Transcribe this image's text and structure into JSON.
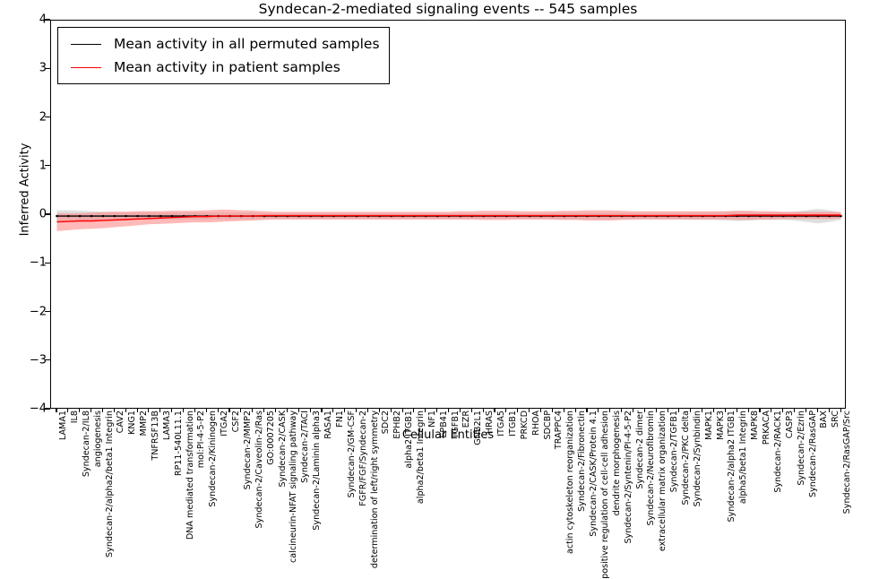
{
  "chart_data": {
    "type": "line",
    "title": "Syndecan-2-mediated signaling events -- 545 samples",
    "xlabel": "Cellular Entities",
    "ylabel": "Inferred Activity",
    "ylim": [
      -4,
      4
    ],
    "yticks": [
      4,
      3,
      2,
      1,
      0,
      -1,
      -2,
      -3,
      -4
    ],
    "grid": false,
    "legend_position": "upper left",
    "legend": [
      {
        "label": "Mean activity in all permuted samples",
        "color": "#000000"
      },
      {
        "label": "Mean activity in patient samples",
        "color": "#ff0000"
      }
    ],
    "categories": [
      "LAMA1",
      "IL8",
      "Syndecan-2/IL8",
      "angiogenesis",
      "Syndecan-2/alpha2/beta1 Integrin",
      "CAV2",
      "KNG1",
      "MMP2",
      "TNFRSF13B",
      "LAMA3",
      "RP11-540L11.1",
      "DNA mediated transformation",
      "mol:PI-4-5-P2",
      "Syndecan-2/Kininogen",
      "ITGA2",
      "CSF2",
      "Syndecan-2/MMP2",
      "Syndecan-2/Caveolin-2/Ras",
      "GO:0007205",
      "Syndecan-2/CASK",
      "calcineurin-NFAT signaling pathway",
      "Syndecan-2/TACI",
      "Syndecan-2/Laminin alpha3",
      "RASA1",
      "FN1",
      "Syndecan-2/GM-CSF",
      "FGFR/FGF/Syndecan-2",
      "determination of left/right symmetry",
      "SDC2",
      "EPHB2",
      "alpha2 ITGB1",
      "alpha2/beta1 Integrin",
      "NF1",
      "EPB41",
      "TGFB1",
      "EZR",
      "GNB2L1",
      "HRAS",
      "ITGA5",
      "ITGB1",
      "PRKCD",
      "RHOA",
      "SDCBP",
      "TRAPPC4",
      "actin cytoskeleton reorganization",
      "Syndecan-2/Fibronectin",
      "Syndecan-2/CASK/Protein 4.1",
      "positive regulation of cell-cell adhesion",
      "dendrite morphogenesis",
      "Syndecan-2/Syntenin/PI-4-5-P2",
      "Syndecan-2 dimer",
      "Syndecan-2/Neurofibromin",
      "extracellular matrix organization",
      "Syndecan-2/TGFB1",
      "Syndecan-2/PKC delta",
      "Syndecan-2/Synbindin",
      "MAPK1",
      "MAPK3",
      "Syndecan-2/alpha2 ITGB1",
      "alpha5/beta1 Integrin",
      "MAPK8",
      "PRKACA",
      "Syndecan-2/RACK1",
      "CASP3",
      "Syndecan-2/Ezrin",
      "Syndecan-2/RasGAP",
      "BAX",
      "SRC",
      "Syndecan-2/RasGAP/Src"
    ],
    "series": [
      {
        "name": "Mean activity in all permuted samples",
        "color": "#000000",
        "values": [
          -0.02,
          -0.02,
          -0.02,
          -0.02,
          -0.02,
          -0.02,
          -0.02,
          -0.02,
          -0.02,
          -0.02,
          -0.02,
          -0.02,
          -0.02,
          -0.02,
          -0.02,
          -0.02,
          -0.02,
          -0.02,
          -0.02,
          -0.02,
          -0.02,
          -0.02,
          -0.02,
          -0.02,
          -0.02,
          -0.02,
          -0.02,
          -0.02,
          -0.02,
          -0.02,
          -0.02,
          -0.02,
          -0.02,
          -0.02,
          -0.02,
          -0.02,
          -0.02,
          -0.02,
          -0.02,
          -0.02,
          -0.02,
          -0.02,
          -0.02,
          -0.02,
          -0.02,
          -0.02,
          -0.02,
          -0.02,
          -0.02,
          -0.02,
          -0.02,
          -0.02,
          -0.02,
          -0.02,
          -0.02,
          -0.02,
          -0.02,
          -0.02,
          -0.02,
          -0.02,
          -0.02,
          -0.02,
          -0.02,
          -0.02,
          -0.02,
          -0.02,
          -0.02,
          -0.02,
          -0.02
        ],
        "band_upper": [
          0.1,
          0.1,
          0.09,
          0.08,
          0.07,
          0.07,
          0.06,
          0.06,
          0.06,
          0.05,
          0.05,
          0.05,
          0.05,
          0.05,
          0.05,
          0.05,
          0.05,
          0.05,
          0.04,
          0.04,
          0.04,
          0.04,
          0.04,
          0.04,
          0.04,
          0.04,
          0.04,
          0.04,
          0.04,
          0.04,
          0.04,
          0.04,
          0.04,
          0.04,
          0.04,
          0.04,
          0.04,
          0.04,
          0.04,
          0.04,
          0.04,
          0.04,
          0.04,
          0.05,
          0.05,
          0.05,
          0.05,
          0.05,
          0.05,
          0.05,
          0.05,
          0.05,
          0.05,
          0.05,
          0.05,
          0.06,
          0.06,
          0.06,
          0.07,
          0.08,
          0.07,
          0.06,
          0.06,
          0.06,
          0.07,
          0.1,
          0.13,
          0.1,
          0.06
        ],
        "band_lower": [
          -0.14,
          -0.14,
          -0.13,
          -0.12,
          -0.11,
          -0.11,
          -0.1,
          -0.1,
          -0.1,
          -0.09,
          -0.09,
          -0.09,
          -0.09,
          -0.09,
          -0.09,
          -0.09,
          -0.09,
          -0.09,
          -0.08,
          -0.08,
          -0.08,
          -0.08,
          -0.08,
          -0.08,
          -0.08,
          -0.08,
          -0.08,
          -0.08,
          -0.08,
          -0.08,
          -0.08,
          -0.08,
          -0.08,
          -0.08,
          -0.08,
          -0.08,
          -0.08,
          -0.08,
          -0.08,
          -0.08,
          -0.08,
          -0.08,
          -0.08,
          -0.09,
          -0.09,
          -0.09,
          -0.09,
          -0.09,
          -0.09,
          -0.09,
          -0.09,
          -0.09,
          -0.09,
          -0.09,
          -0.09,
          -0.1,
          -0.1,
          -0.1,
          -0.11,
          -0.12,
          -0.11,
          -0.1,
          -0.1,
          -0.1,
          -0.11,
          -0.14,
          -0.17,
          -0.14,
          -0.1
        ]
      },
      {
        "name": "Mean activity in patient samples",
        "color": "#ff0000",
        "values": [
          -0.14,
          -0.13,
          -0.12,
          -0.12,
          -0.11,
          -0.1,
          -0.09,
          -0.08,
          -0.07,
          -0.06,
          -0.05,
          -0.04,
          -0.03,
          -0.03,
          -0.02,
          -0.02,
          -0.02,
          -0.02,
          -0.01,
          -0.01,
          -0.01,
          -0.01,
          -0.01,
          -0.01,
          -0.01,
          -0.01,
          -0.01,
          -0.01,
          -0.01,
          -0.01,
          -0.01,
          -0.01,
          -0.01,
          -0.01,
          -0.01,
          -0.01,
          -0.01,
          -0.01,
          -0.01,
          -0.01,
          -0.01,
          -0.01,
          -0.01,
          -0.01,
          -0.01,
          -0.01,
          -0.01,
          -0.01,
          -0.01,
          -0.01,
          -0.01,
          -0.01,
          -0.01,
          -0.01,
          -0.01,
          -0.01,
          -0.01,
          -0.01,
          -0.01,
          0.0,
          0.0,
          0.0,
          0.0,
          0.0,
          0.0,
          0.0,
          0.0,
          0.0,
          0.0
        ],
        "band_upper": [
          0.04,
          0.04,
          0.04,
          0.05,
          0.06,
          0.07,
          0.07,
          0.08,
          0.08,
          0.08,
          0.09,
          0.09,
          0.09,
          0.1,
          0.11,
          0.11,
          0.1,
          0.09,
          0.08,
          0.07,
          0.07,
          0.07,
          0.07,
          0.07,
          0.07,
          0.07,
          0.07,
          0.07,
          0.07,
          0.07,
          0.07,
          0.07,
          0.07,
          0.07,
          0.07,
          0.08,
          0.08,
          0.09,
          0.09,
          0.09,
          0.08,
          0.08,
          0.08,
          0.08,
          0.09,
          0.09,
          0.1,
          0.1,
          0.1,
          0.09,
          0.08,
          0.08,
          0.08,
          0.08,
          0.08,
          0.08,
          0.08,
          0.08,
          0.08,
          0.09,
          0.09,
          0.08,
          0.08,
          0.07,
          0.07,
          0.07,
          0.07,
          0.07,
          0.06
        ],
        "band_lower": [
          -0.33,
          -0.31,
          -0.29,
          -0.28,
          -0.27,
          -0.25,
          -0.23,
          -0.21,
          -0.19,
          -0.18,
          -0.17,
          -0.16,
          -0.15,
          -0.15,
          -0.14,
          -0.13,
          -0.12,
          -0.11,
          -0.1,
          -0.09,
          -0.09,
          -0.09,
          -0.09,
          -0.09,
          -0.09,
          -0.09,
          -0.09,
          -0.09,
          -0.09,
          -0.09,
          -0.09,
          -0.09,
          -0.09,
          -0.09,
          -0.09,
          -0.09,
          -0.09,
          -0.1,
          -0.1,
          -0.1,
          -0.09,
          -0.09,
          -0.09,
          -0.09,
          -0.1,
          -0.1,
          -0.11,
          -0.11,
          -0.11,
          -0.1,
          -0.09,
          -0.09,
          -0.09,
          -0.09,
          -0.09,
          -0.09,
          -0.09,
          -0.09,
          -0.09,
          -0.1,
          -0.1,
          -0.09,
          -0.09,
          -0.08,
          -0.08,
          -0.08,
          -0.08,
          -0.08,
          -0.07
        ]
      }
    ]
  }
}
